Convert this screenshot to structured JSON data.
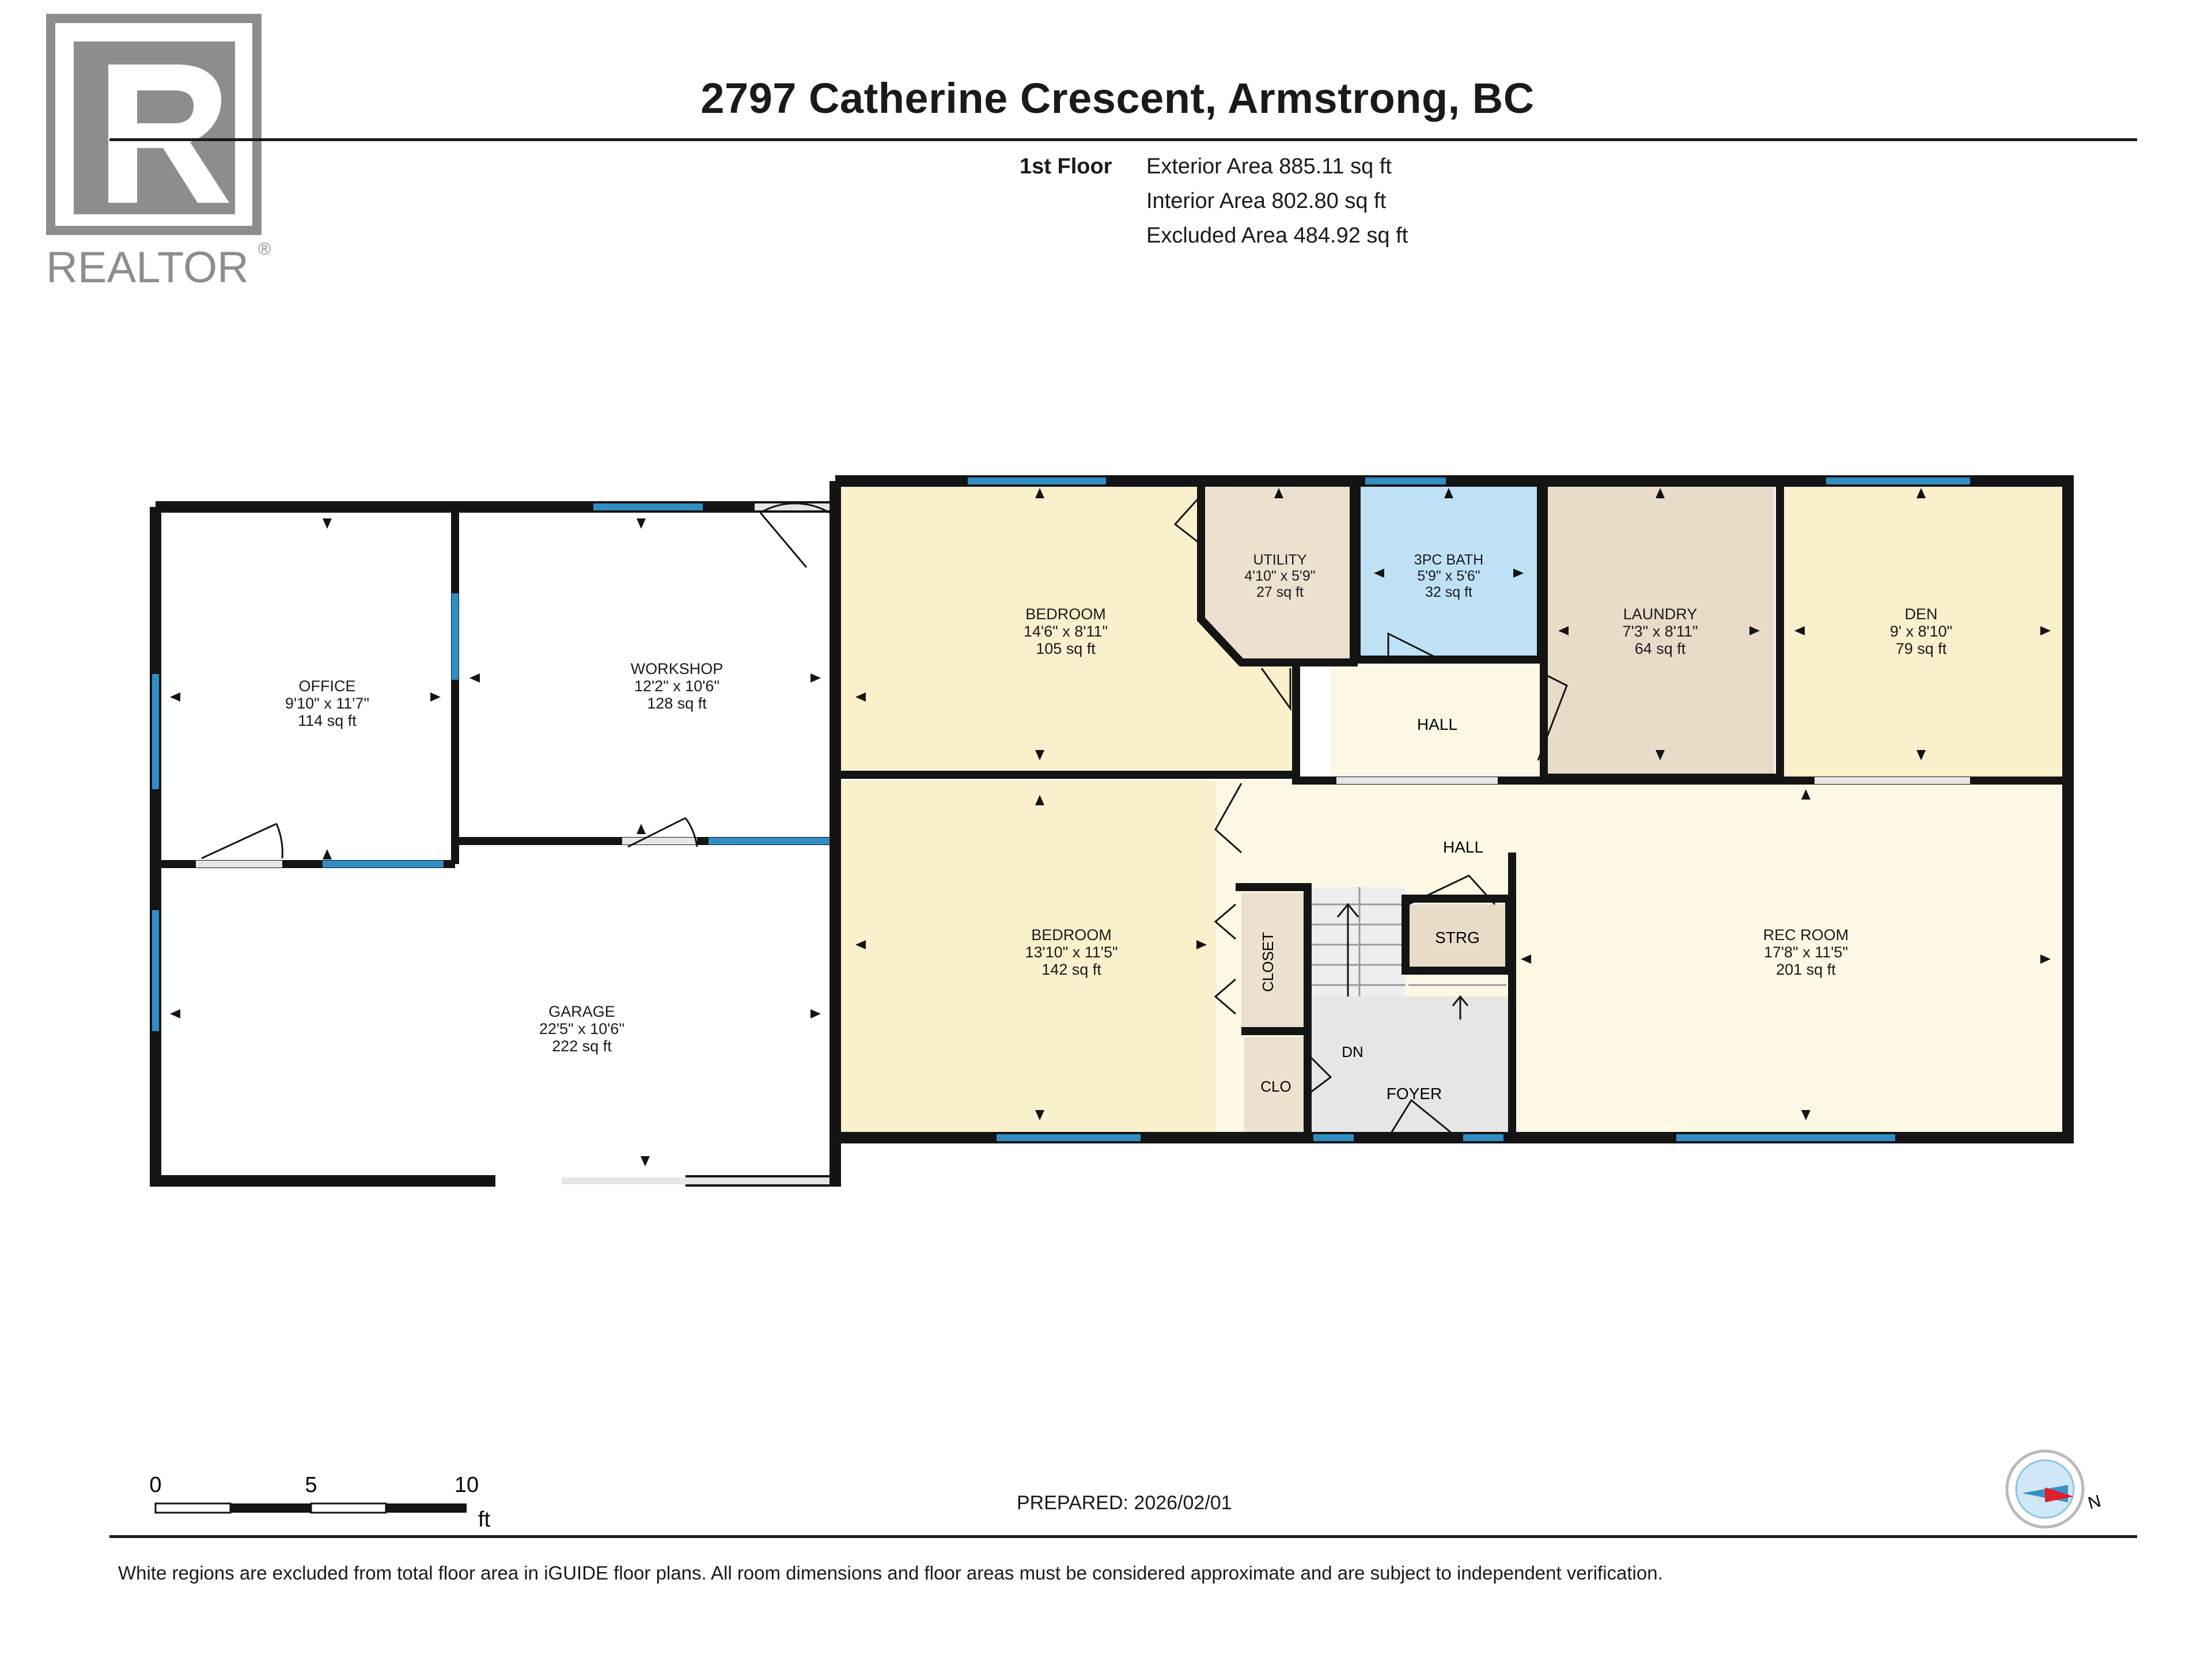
{
  "brand": {
    "name": "REALTOR",
    "registered_mark": "®",
    "colors": {
      "logo_gray": "#8d8d8d"
    }
  },
  "header": {
    "title": "2797 Catherine Crescent, Armstrong, BC"
  },
  "floor_summary": {
    "floor_label": "1st Floor",
    "exterior_area": "Exterior Area 885.11 sq ft",
    "interior_area": "Interior Area 802.80 sq ft",
    "excluded_area": "Excluded Area 484.92 sq ft"
  },
  "colors": {
    "wall": "#141414",
    "window": "#2f8fc4",
    "bedroom": "#fbf0cc",
    "hall": "#fdf8e4",
    "utility": "#ece1cf",
    "laundry": "#e8dcc9",
    "bath": "#bfe1f6",
    "foyer": "#e6e6e6",
    "excluded": "#ffffff"
  },
  "rooms": {
    "office": {
      "name": "OFFICE",
      "dims": "9'10\" x 11'7\"",
      "area": "114 sq ft"
    },
    "workshop": {
      "name": "WORKSHOP",
      "dims": "12'2\" x 10'6\"",
      "area": "128 sq ft"
    },
    "garage": {
      "name": "GARAGE",
      "dims": "22'5\" x 10'6\"",
      "area": "222 sq ft"
    },
    "bedroom1": {
      "name": "BEDROOM",
      "dims": "14'6\" x 8'11\"",
      "area": "105 sq ft"
    },
    "bedroom2": {
      "name": "BEDROOM",
      "dims": "13'10\" x 11'5\"",
      "area": "142 sq ft"
    },
    "utility": {
      "name": "UTILITY",
      "dims": "4'10\" x 5'9\"",
      "area": "27 sq ft"
    },
    "bath": {
      "name": "3PC BATH",
      "dims": "5'9\" x 5'6\"",
      "area": "32 sq ft"
    },
    "laundry": {
      "name": "LAUNDRY",
      "dims": "7'3\" x 8'11\"",
      "area": "64 sq ft"
    },
    "den": {
      "name": "DEN",
      "dims": "9' x 8'10\"",
      "area": "79 sq ft"
    },
    "rec_room": {
      "name": "REC ROOM",
      "dims": "17'8\" x 11'5\"",
      "area": "201 sq ft"
    }
  },
  "labels": {
    "hall_upper": "HALL",
    "hall_lower": "HALL",
    "strg": "STRG",
    "closet": "CLOSET",
    "clo": "CLO",
    "dn": "DN",
    "foyer": "FOYER"
  },
  "scale_bar": {
    "ticks": [
      "0",
      "5",
      "10"
    ],
    "unit": "ft"
  },
  "compass": {
    "north_label": "N",
    "icon": "compass-icon"
  },
  "footer": {
    "prepared": "PREPARED: 2026/02/01",
    "disclaimer": "White regions are excluded from total floor area in iGUIDE floor plans. All room dimensions and floor areas must be considered approximate and are subject to independent verification."
  }
}
